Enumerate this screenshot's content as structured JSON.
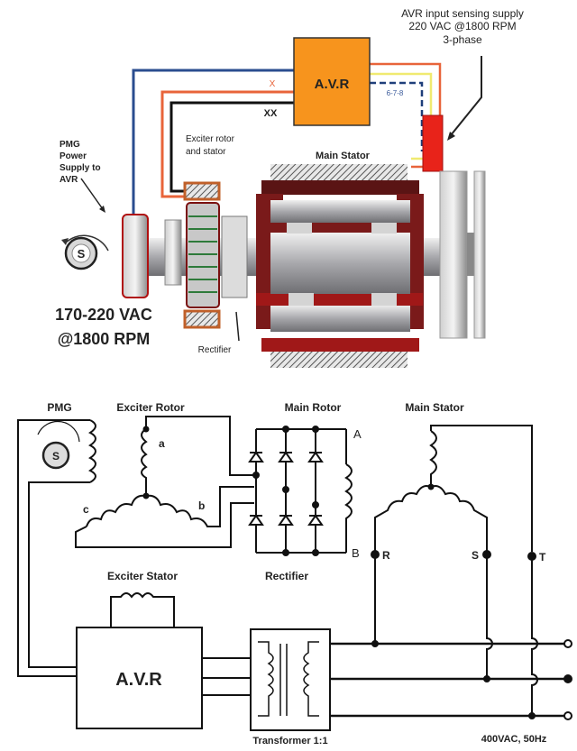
{
  "top": {
    "avr_label": "A.V.R",
    "sensing_label": [
      "AVR input sensing supply",
      "220 VAC @1800 RPM",
      "3-phase"
    ],
    "pmg_label": [
      "PMG",
      "Power",
      "Supply to",
      "AVR"
    ],
    "exciter_label": [
      "Exciter rotor",
      "and stator"
    ],
    "main_stator_label": "Main Stator",
    "rectifier_label": "Rectifier",
    "x_label": "X",
    "xx_label": "XX",
    "terminals_label": "6-7-8",
    "pmg_voltage": [
      "170-220 VAC",
      "@1800 RPM"
    ],
    "s_symbol": "S"
  },
  "bottom": {
    "pmg_label": "PMG",
    "exciter_rotor_label": "Exciter Rotor",
    "main_rotor_label": "Main Rotor",
    "main_stator_label": "Main Stator",
    "phase_a": "a",
    "phase_b": "b",
    "phase_c": "c",
    "node_A": "A",
    "node_B": "B",
    "rectifier_label": "Rectifier",
    "out_R": "R",
    "out_S": "S",
    "out_T": "T",
    "exciter_stator_label": "Exciter Stator",
    "avr_label": "A.V.R",
    "transformer_label": "Transformer 1:1",
    "output_rating": "400VAC, 50Hz",
    "s_symbol": "S"
  },
  "colors": {
    "avr_box": "#f7941d",
    "wire_blue": "#2a4d8f",
    "wire_orange": "#e8643a",
    "wire_yellow": "#f4f08a",
    "sensing_block": "#e8231a",
    "stator_dark": "#5a1414",
    "winding_red": "#8b1a1a"
  }
}
